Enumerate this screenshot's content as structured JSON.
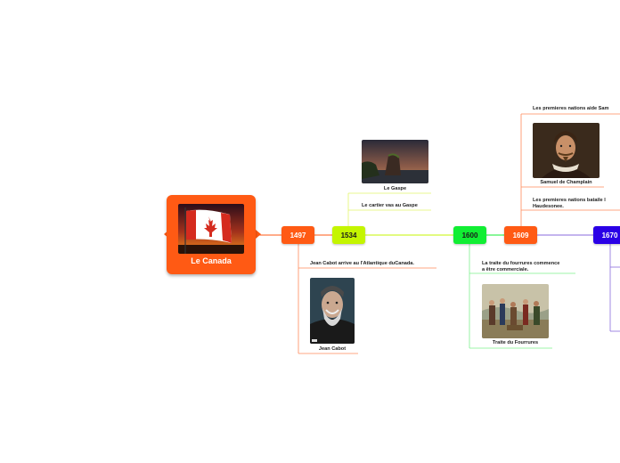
{
  "central": {
    "title": "Le Canada",
    "flag_colors": {
      "red": "#d52b1e",
      "white": "#ffffff"
    }
  },
  "years": [
    {
      "label": "1497",
      "color": "#ff5a14"
    },
    {
      "label": "1534",
      "color": "#c4f500"
    },
    {
      "label": "1600",
      "color": "#11ee33"
    },
    {
      "label": "1609",
      "color": "#ff5a14"
    },
    {
      "label": "1670",
      "color": "#2a00e6"
    }
  ],
  "items": {
    "cabot_text": "Jean Cabot arrive au  l'Atlantique duCanada.",
    "cabot_caption": "Jean Cabot",
    "gaspe_caption": "Le Gaspe",
    "cartier_text": "Le cartier vas au Gaspe",
    "fur_text_line1": "La traite du fourrures commence",
    "fur_text_line2": "a être commerciale.",
    "fur_caption": "Traite du Fourrures",
    "champlain_top_text": "Les premieres nations aide Sam",
    "champlain_caption": "Samuel de Champlain",
    "battle_text_line1": "Les premieres nations bataile l",
    "battle_text_line2": "Haudesonee."
  }
}
